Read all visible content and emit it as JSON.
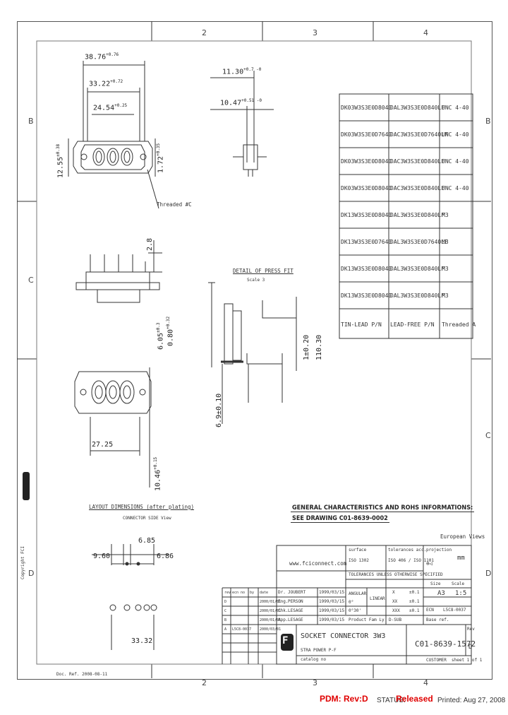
{
  "zones": {
    "top": [
      "2",
      "3",
      "4"
    ],
    "bottom": [
      "2",
      "3",
      "4"
    ],
    "left": [
      "B",
      "C",
      "D"
    ],
    "right": [
      "B",
      "C",
      "D"
    ]
  },
  "dims": {
    "w1": "38.76",
    "w1_tol": "+0.76",
    "w2": "33.22",
    "w2_tol": "+0.72",
    "w3": "24.54",
    "w3_tol": "+0.25",
    "h1": "12.55",
    "h1_tol": "±0.38",
    "h2": "1.72",
    "h2_tol": "+0.35",
    "threaded": "Threaded #C",
    "side1": "11.30",
    "side1_tol": "+0.7 -0",
    "side2": "10.47",
    "side2_tol": "+0.51 -0",
    "pin_h": "2.8",
    "v1": "6.05",
    "v1_tol": "±0.3",
    "v2": "0.80",
    "v2_tol": "+0.32",
    "bottom_w": "27.25",
    "bottom_h": "10.46",
    "bottom_h_tol": "+0.15",
    "det_h1": "1±0.20",
    "det_h2": "110.30",
    "det_h3": "6.9±0.10",
    "lay1": "6.85",
    "lay2": "9.60",
    "lay3": "6.86",
    "lay4": "33.32"
  },
  "detail": {
    "title": "DETAIL OF PRESS FIT",
    "scale": "Scale 3"
  },
  "layout": {
    "title": "LAYOUT DIMENSIONS (after plating)",
    "subtitle": "CONNECTOR SIDE View"
  },
  "partTable": {
    "rows": [
      [
        "DK03W3S3E0D8040",
        "DAL3W3S3E0D840LF",
        "UNC 4-40"
      ],
      [
        "DK03W3S3E0D7640",
        "DAC3W3S3E0D7640LF",
        "UNC 4-40"
      ],
      [
        "DK03W3S3E0D8040",
        "DAC3W3S3E0D840LF",
        "UNC 4-40"
      ],
      [
        "DK03W3S3E0D8040",
        "DAC3W3S3E0D840LF",
        "UNC 4-40"
      ],
      [
        "DK13W3S3E0D8040",
        "DAL3W3S3E0D840LF",
        "M3"
      ],
      [
        "DK13W3S3E0D7640",
        "DAL3W3S3E0D7640LF",
        "M3"
      ],
      [
        "DK13W3S3E0D8040",
        "DAL3W3S3E0D840LF",
        "M3"
      ],
      [
        "DK13W3S3E0D8040",
        "DAL3W3S3E0D840LF",
        "M3"
      ]
    ],
    "header": [
      "TIN-LEAD P/N",
      "LEAD-FREE P/N",
      "Threaded A"
    ]
  },
  "notes": {
    "line1": "GENERAL CHARACTERISTICS AND ROHS INFORMATIONS:",
    "line2": "SEE DRAWING C01-8639-0002"
  },
  "titleBlock": {
    "european": "European Views",
    "website": "www.fciconnect.com",
    "surface": "surface",
    "iso": "ISO 1302",
    "tolerances": "tolerances acc.",
    "tol_std": "ISO 406 / ISO 1101",
    "tol_note": "TOLERANCES UNLESS OTHERWISE SPECIFIED",
    "projection": "projection",
    "unit": "mm",
    "angular": "ANGULAR",
    "linear": "LINEAR",
    "x": "X",
    "xx": "XX",
    "xxx": "XXX",
    "tx": "±0.1",
    "txx": "±0.1",
    "txxx": "±0.1",
    "deg": "0°",
    "deg2": "0°30'",
    "size_label": "Size",
    "size": "A3",
    "scale_label": "Scale",
    "scale": "1:5",
    "ecn_label": "ECN",
    "ecn": "L5C8-0037",
    "dr_label": "Dr.",
    "dr": "JOUBERT",
    "dr_date": "1999/03/15",
    "eng_label": "Eng.",
    "eng": "PERSON",
    "eng_date": "1999/03/15",
    "chk_label": "Chk.",
    "chk": "LESAGE",
    "chk_date": "1999/03/15",
    "app_label": "App.",
    "app": "LESAGE",
    "app_date": "1999/03/15",
    "product": "Product Fam Ly",
    "product_val": "D-SUB",
    "base_ref": "Base ref.",
    "title": "SOCKET CONNECTOR 3W3",
    "subtitle": "STRA POWER P-F",
    "catalog": "catalog no",
    "dwg": "C01-8639-1572",
    "rev_label": "Rev",
    "rev": "D",
    "customer": "CUSTOMER",
    "sheet": "sheet 1 of 1",
    "rev_rows": [
      [
        "D",
        "",
        "",
        "2000/01/01"
      ],
      [
        "C",
        "",
        "",
        "2000/01/01"
      ],
      [
        "B",
        "",
        "",
        "2000/01/01"
      ],
      [
        "A",
        "L5C8-0037",
        "",
        "2000/03/01"
      ]
    ],
    "rev_header": [
      "rev",
      "ecn no",
      "by",
      "date"
    ]
  },
  "copyright": "Copyright FCI",
  "footerLeft": "Doc. Ref. 2008-08-11",
  "footer": {
    "pdm": "PDM: Rev:D",
    "status_label": "STATUS:",
    "status": "Released",
    "printed": "Printed: Aug 27, 2008"
  }
}
